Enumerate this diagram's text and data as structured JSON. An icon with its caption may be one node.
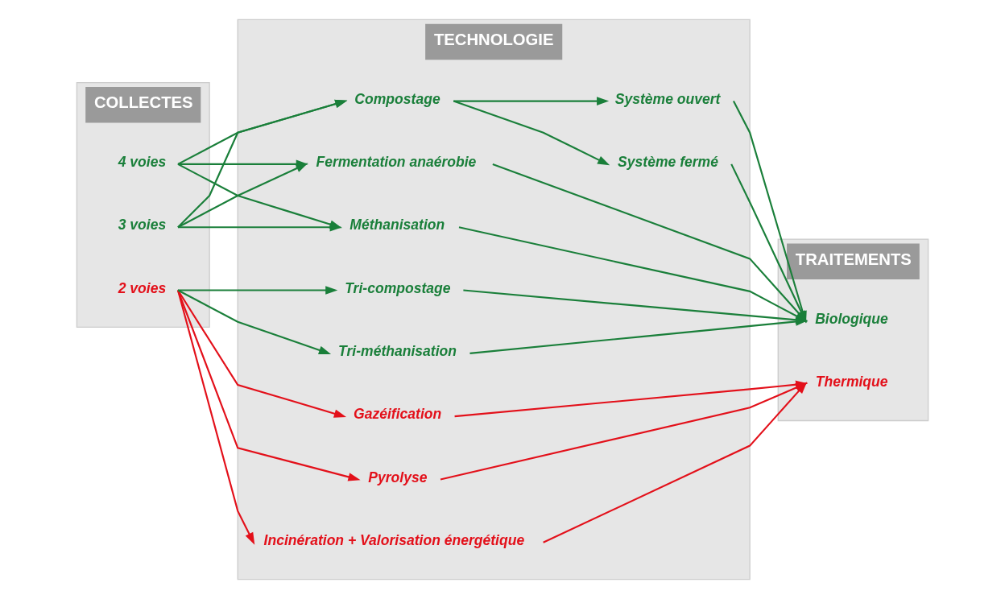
{
  "diagram": {
    "nodes": [
      {
        "text": [
          "COLLECTES"
        ]
      },
      {
        "text": [
          "TECHNOLOGIE"
        ]
      },
      {
        "text": [
          "TRAITEMENTS"
        ]
      },
      {
        "text": [
          "2 voies"
        ],
        "in": 0
      },
      {
        "text": [
          "3 voies"
        ],
        "in": 0
      },
      {
        "text": [
          "4 voies"
        ],
        "in": 0
      },
      {
        "text": [
          "Incinération + Valorisation énergétique"
        ],
        "in": 1
      },
      {
        "text": [
          "Gazéification"
        ],
        "in": 1
      },
      {
        "text": [
          "Pyrolyse"
        ],
        "in": 1
      },
      {
        "text": [
          "Tri-compostage"
        ],
        "in": 1
      },
      {
        "text": [
          "Tri-méthanisation"
        ],
        "in": 1
      },
      {
        "text": [
          "Compostage"
        ],
        "in": 1
      },
      {
        "text": [
          "Système ouvert"
        ],
        "in": 1
      },
      {
        "text": [
          "Système fermé"
        ],
        "in": 1
      },
      {
        "text": [
          "Méthanisation"
        ],
        "in": 1
      },
      {
        "text": [
          "Fermentation anaérobie"
        ],
        "in": 1
      },
      {
        "text": [
          "Thermique"
        ],
        "in": 2
      },
      {
        "text": [
          "Biologique"
        ],
        "in": 2
      }
    ],
    "edges": [
      {
        "from": 3,
        "to": 6,
        "arrow": "to",
        "color": "#e3101a"
      },
      {
        "from": 3,
        "to": 7,
        "arrow": "to",
        "color": "#e3101a"
      },
      {
        "from": 3,
        "to": 8,
        "arrow": "to",
        "color": "#e3101a"
      },
      {
        "from": 3,
        "to": 9,
        "arrow": "to"
      },
      {
        "from": 3,
        "to": 10,
        "arrow": "to"
      },
      {
        "from": 4,
        "to": 11,
        "arrow": "to"
      },
      {
        "from": 4,
        "to": 14,
        "arrow": "to"
      },
      {
        "from": 4,
        "to": 15,
        "arrow": "to"
      },
      {
        "from": 5,
        "to": 11,
        "arrow": "to"
      },
      {
        "from": 5,
        "to": 14,
        "arrow": "to"
      },
      {
        "from": 5,
        "to": 15,
        "arrow": "to"
      },
      {
        "from": 11,
        "to": 12,
        "arrow": "to"
      },
      {
        "from": 11,
        "to": 13,
        "arrow": "to"
      },
      {
        "from": 6,
        "to": 16,
        "arrow": "to",
        "color": "#e3101a"
      },
      {
        "from": 7,
        "to": 16,
        "arrow": "to",
        "color": "#e3101a"
      },
      {
        "from": 8,
        "to": 16,
        "arrow": "to",
        "color": "#e3101a"
      },
      {
        "from": 9,
        "to": 17,
        "arrow": "to"
      },
      {
        "from": 10,
        "to": 17,
        "arrow": "to"
      },
      {
        "from": 12,
        "to": 17,
        "arrow": "to"
      },
      {
        "from": 13,
        "to": 17,
        "arrow": "to"
      },
      {
        "from": 14,
        "to": 17,
        "arrow": "to"
      },
      {
        "from": 15,
        "to": 17,
        "arrow": "to"
      }
    ]
  }
}
